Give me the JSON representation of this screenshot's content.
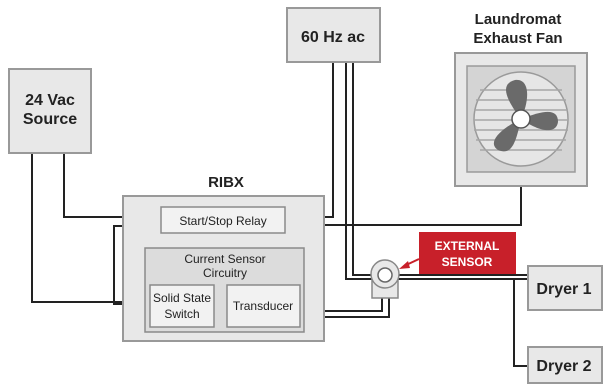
{
  "labels": {
    "source_24vac_line1": "24 Vac",
    "source_24vac_line2": "Source",
    "ac_60hz": "60 Hz ac",
    "fan_line1": "Laundromat",
    "fan_line2": "Exhaust Fan",
    "ribx": "RIBX",
    "start_stop_relay": "Start/Stop Relay",
    "current_sensor_line1": "Current Sensor",
    "current_sensor_line2": "Circuitry",
    "ssr_line1": "Solid State",
    "ssr_line2": "Switch",
    "transducer": "Transducer",
    "external_sensor_line1": "EXTERNAL",
    "external_sensor_line2": "SENSOR",
    "dryer1": "Dryer 1",
    "dryer2": "Dryer 2"
  },
  "colors": {
    "external_sensor_bg": "#c8202a",
    "box_fill": "#e8e8e8",
    "wire": "#222222"
  }
}
